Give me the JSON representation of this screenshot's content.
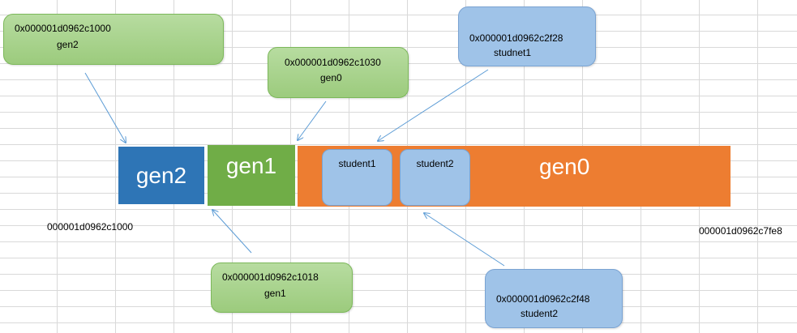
{
  "blocks": {
    "gen2": {
      "label": "gen2",
      "color": "#2e75b6"
    },
    "gen1": {
      "label": "gen1",
      "color": "#70ad47"
    },
    "gen0": {
      "label": "gen0",
      "color": "#ed7d31"
    }
  },
  "sub_blocks": {
    "student1": "student1",
    "student2": "student2"
  },
  "callouts": {
    "gen2": {
      "address": "0x000001d0962c1000",
      "label": "gen2"
    },
    "gen0": {
      "address": "0x000001d0962c1030",
      "label": "gen0"
    },
    "student1": {
      "address": "0x000001d0962c2f28",
      "label": "studnet1"
    },
    "gen1": {
      "address": "0x000001d0962c1018",
      "label": "gen1"
    },
    "student2": {
      "address": "0x000001d0962c2f48",
      "label": "student2"
    }
  },
  "range": {
    "start": "000001d0962c1000",
    "end": "000001d0962c7fe8"
  },
  "colors": {
    "callout_green": "#a9d18e",
    "callout_blue": "#9fc3e8",
    "arrow": "#5b9bd5"
  }
}
